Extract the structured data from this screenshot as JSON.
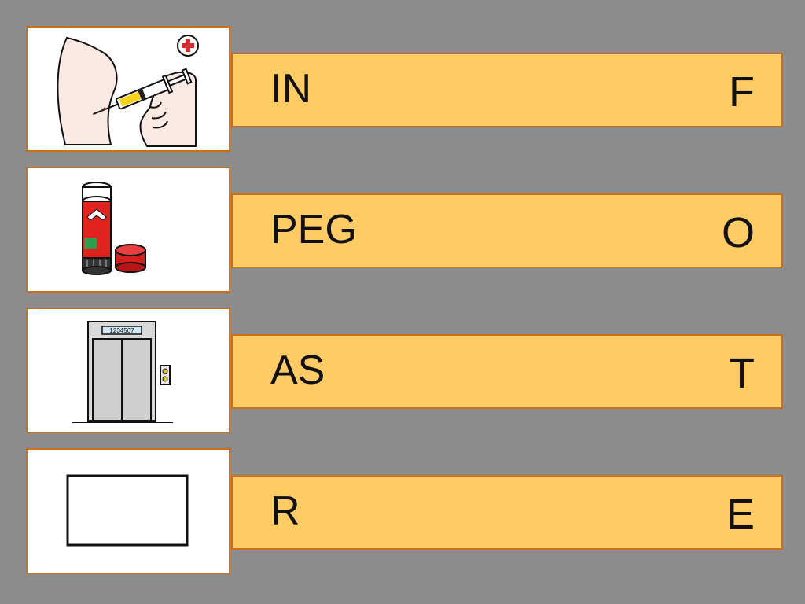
{
  "rows": [
    {
      "picture": "injection-icon",
      "syllable": "IN",
      "option": "F"
    },
    {
      "picture": "glue-stick-icon",
      "syllable": "PEG",
      "option": "O"
    },
    {
      "picture": "elevator-icon",
      "syllable": "AS",
      "option": "T"
    },
    {
      "picture": "blank-rectangle-icon",
      "syllable": "R",
      "option": "E"
    }
  ],
  "elevator_display": "1234567",
  "colors": {
    "background": "#8c8c8c",
    "bar": "#fecb65",
    "border": "#c8701e"
  }
}
